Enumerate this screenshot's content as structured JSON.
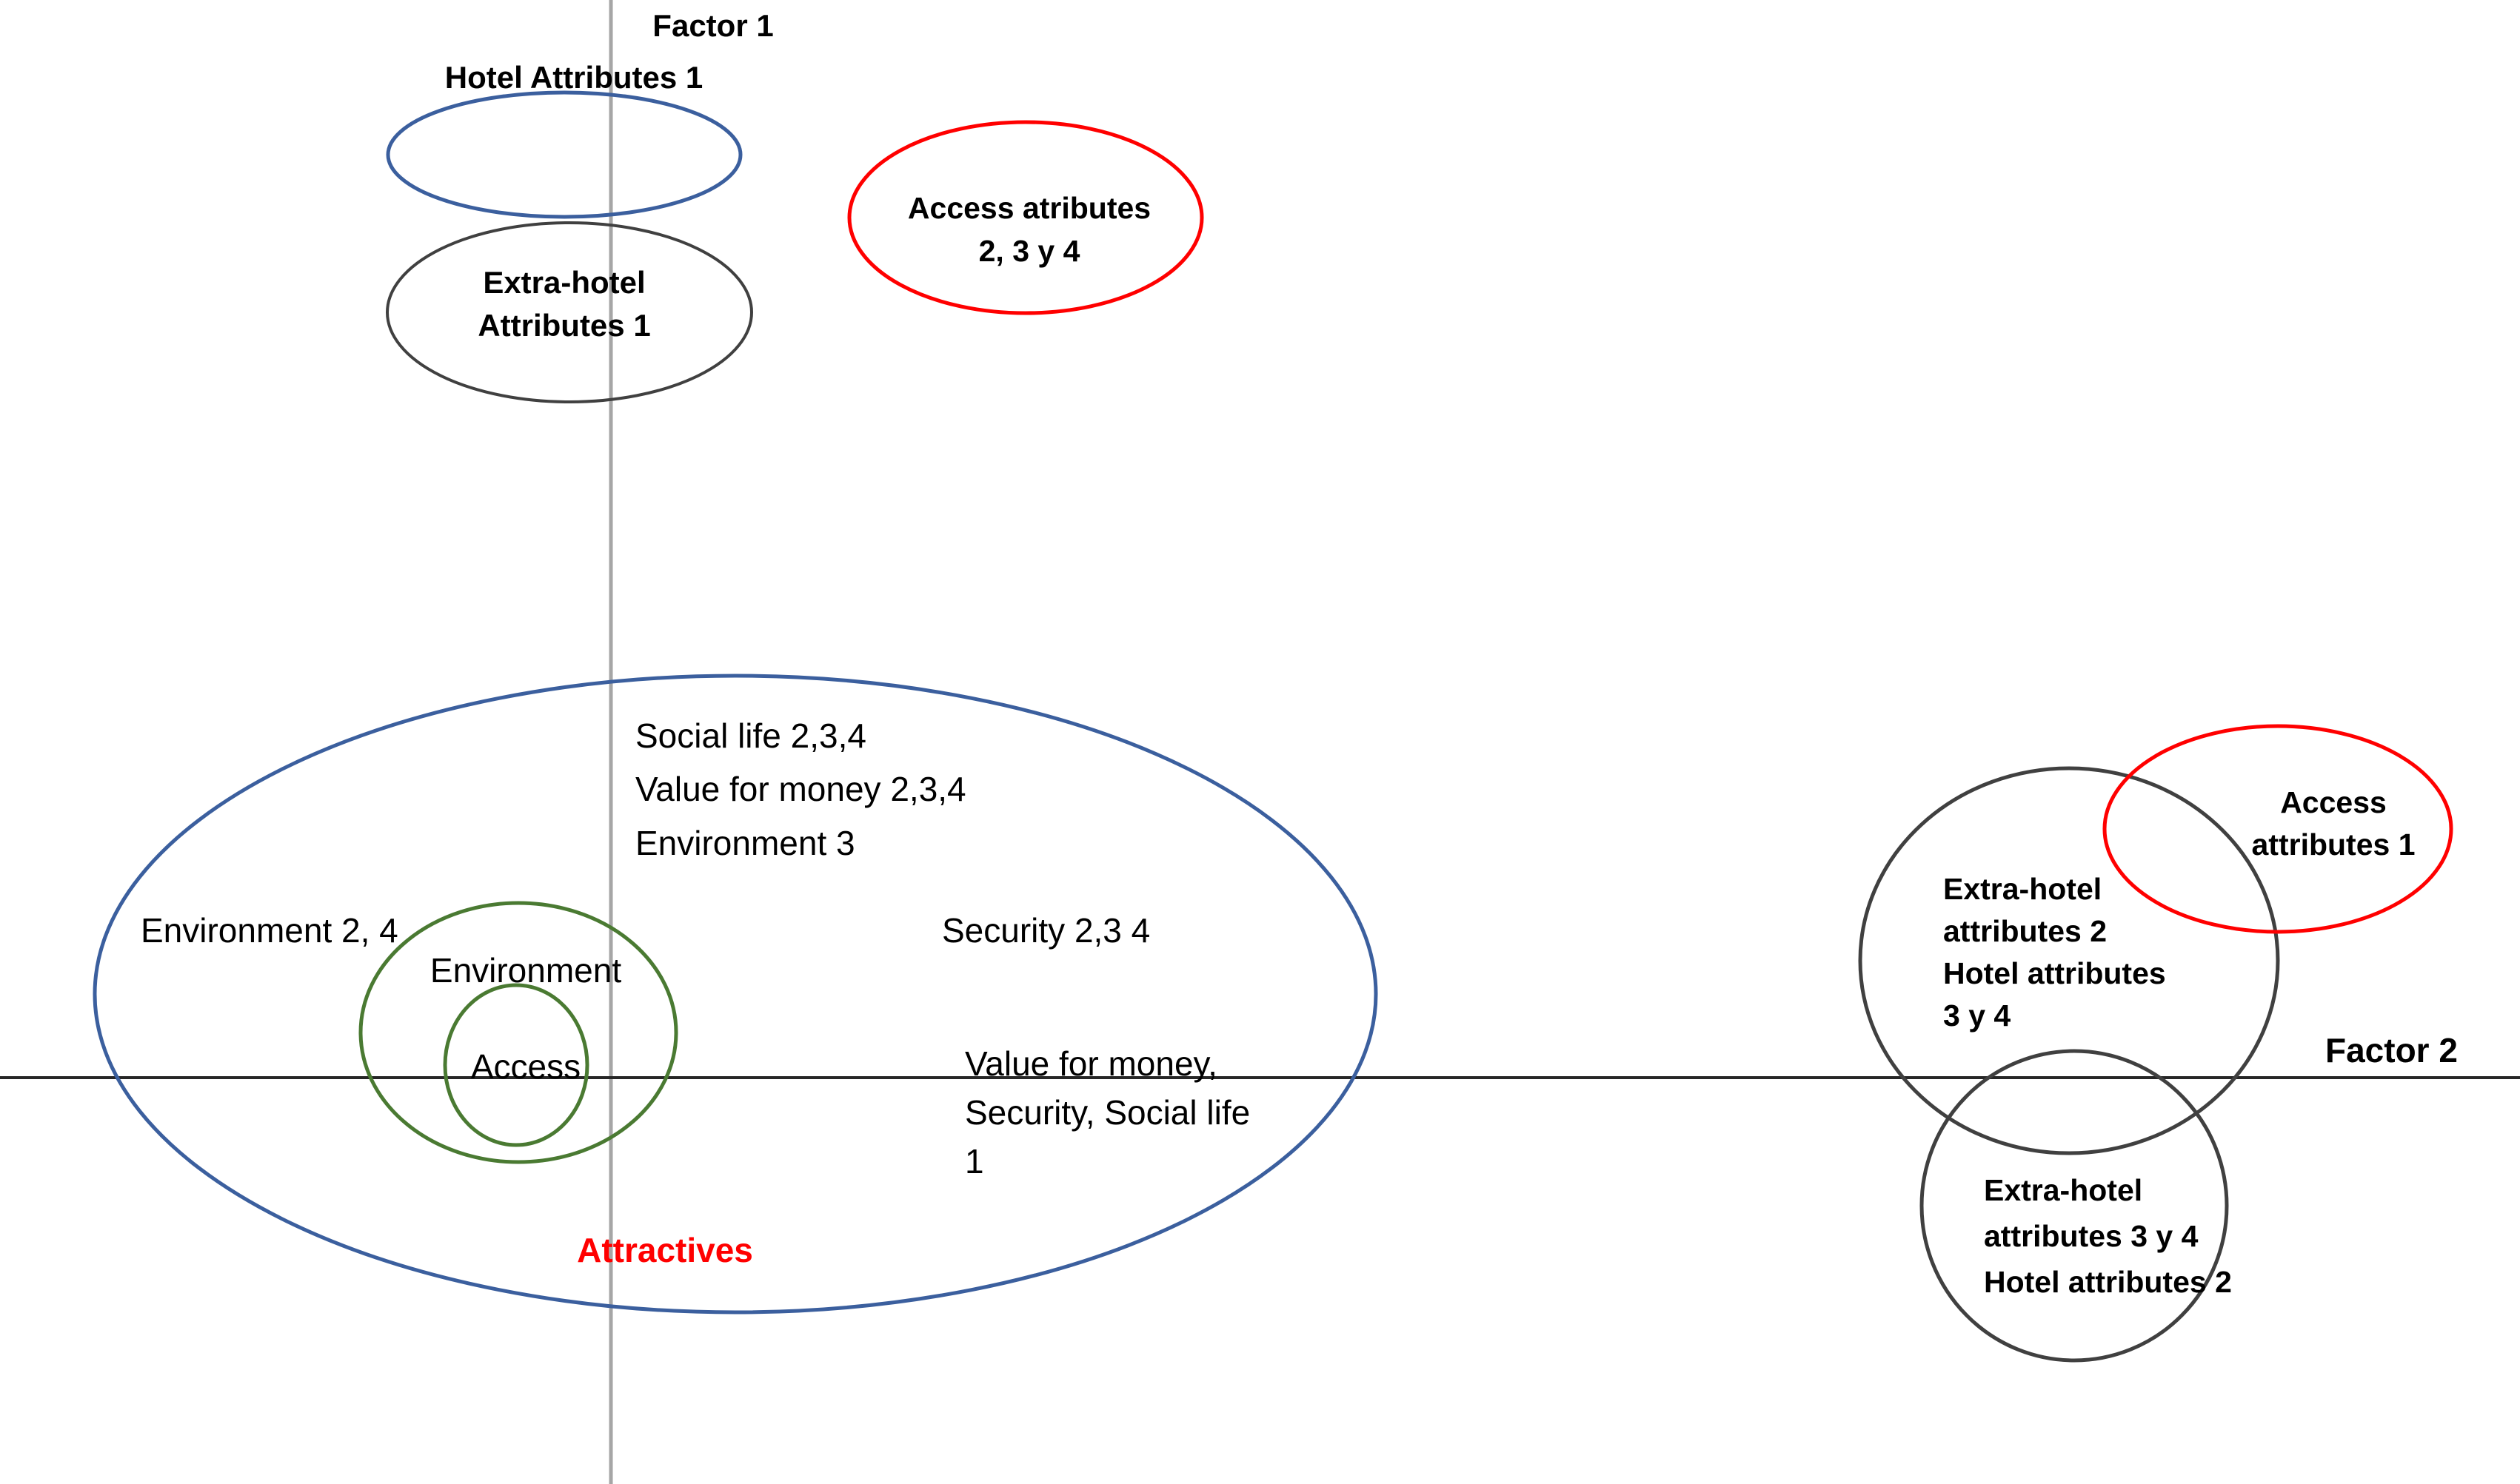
{
  "diagram": {
    "title_hidden": "",
    "axes": {
      "vertical_axis_label": "Factor 1",
      "horizontal_axis_label": "Factor 2",
      "vertical_axis_color": "#a6a6a6",
      "horizontal_axis_color": "#262626"
    },
    "colors": {
      "blue": "#3b5f9e",
      "gray": "#404040",
      "red": "#ff0000",
      "green": "#4a7a32",
      "text": "#000000"
    },
    "groups": [
      {
        "id": "hotel-attributes-1",
        "shape": "ellipse",
        "color": "#3b5f9e",
        "label": "Hotel Attributes 1",
        "lines": [
          "Hotel Attributes 1"
        ],
        "bold": true
      },
      {
        "id": "extra-hotel-attributes-1",
        "shape": "ellipse",
        "color": "#404040",
        "label": "Extra-hotel Attributes 1",
        "lines": [
          "Extra-hotel",
          "Attributes 1"
        ],
        "bold": true
      },
      {
        "id": "access-atributes-234",
        "shape": "ellipse",
        "color": "#ff0000",
        "label": "Access atributes 2, 3 y 4",
        "lines": [
          "Access atributes",
          "2, 3 y 4"
        ],
        "bold": true
      },
      {
        "id": "attractives-cluster",
        "shape": "ellipse",
        "color": "#3b5f9e",
        "label": "Attractives",
        "lines": [],
        "bold": false
      },
      {
        "id": "environment-ring",
        "shape": "ellipse",
        "color": "#4a7a32",
        "label": "Environment",
        "lines": [
          "Environment"
        ],
        "bold": false
      },
      {
        "id": "access-ring",
        "shape": "ellipse",
        "color": "#4a7a32",
        "label": "Access",
        "lines": [
          "Access"
        ],
        "bold": false
      },
      {
        "id": "extra-hotel-attributes-2",
        "shape": "circle",
        "color": "#404040",
        "label": "Extra-hotel attributes 2 / Hotel attributes 3 y 4",
        "lines": [
          "Extra-hotel",
          "attributes 2",
          "Hotel attributes",
          "3 y 4"
        ],
        "bold": true
      },
      {
        "id": "extra-hotel-attributes-34",
        "shape": "circle",
        "color": "#404040",
        "label": "Extra-hotel attributes 3 y 4 / Hotel attributes 2",
        "lines": [
          "Extra-hotel",
          "attributes 3 y 4",
          "Hotel attributes 2"
        ],
        "bold": true
      },
      {
        "id": "access-attributes-1",
        "shape": "ellipse",
        "color": "#ff0000",
        "label": "Access attributes 1",
        "lines": [
          "Access",
          "attributes 1"
        ],
        "bold": true
      }
    ],
    "labels": {
      "factor1": "Factor 1",
      "factor2": "Factor 2",
      "hotel_attributes_1": "Hotel Attributes 1",
      "extra_hotel_1_line1": "Extra-hotel",
      "extra_hotel_1_line2": "Attributes 1",
      "access_atributes_234_line1": "Access atributes",
      "access_atributes_234_line2": "2, 3 y 4",
      "social_life_234": "Social life 2,3,4",
      "value_for_money_234": "Value for money 2,3,4",
      "environment_3": "Environment 3",
      "environment_24": "Environment 2, 4",
      "security_234": "Security 2,3 4",
      "value_money_security_social_line1": "Value for money,",
      "value_money_security_social_line2": "Security, Social life",
      "value_money_security_social_line3": "1",
      "environment": "Environment",
      "access": "Access",
      "attractives": "Attractives",
      "extra_hotel_2_line1": "Extra-hotel",
      "extra_hotel_2_line2": "attributes 2",
      "extra_hotel_2_line3": "Hotel attributes",
      "extra_hotel_2_line4": "3 y 4",
      "extra_hotel_34_line1": "Extra-hotel",
      "extra_hotel_34_line2": "attributes 3 y 4",
      "extra_hotel_34_line3": "Hotel attributes 2",
      "access_attributes_1_line1": "Access",
      "access_attributes_1_line2": "attributes 1"
    }
  }
}
